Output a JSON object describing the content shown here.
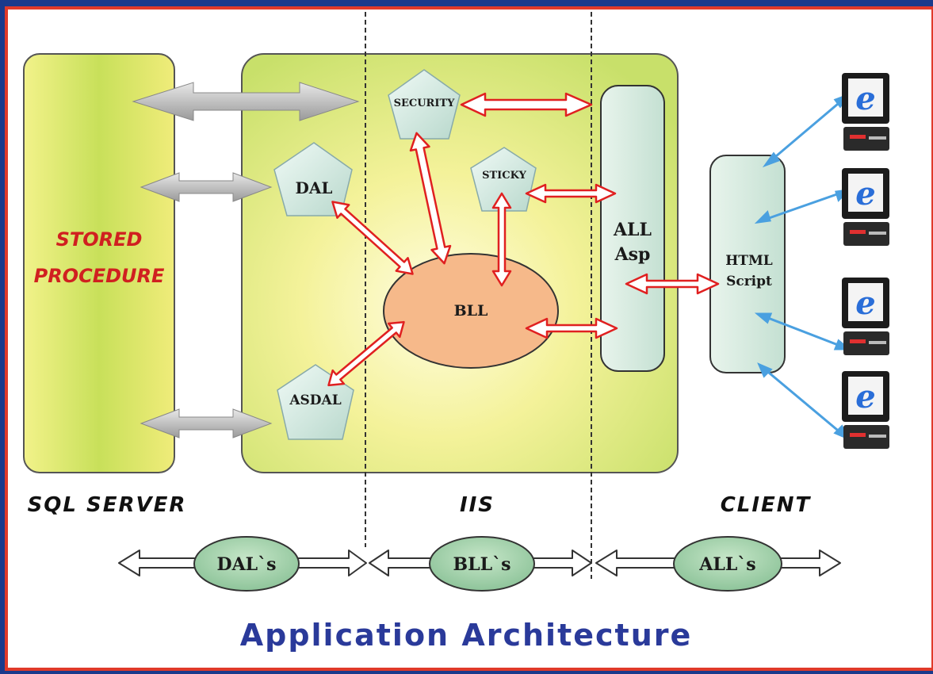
{
  "title": "Application Architecture",
  "nodes": {
    "stored_procedure_line1": "STORED",
    "stored_procedure_line2": "PROCEDURE",
    "security": "SECURITY",
    "dal": "DAL",
    "sticky": "STICKY",
    "asdal": "ASDAL",
    "bll": "BLL",
    "all_asp_line1": "ALL",
    "all_asp_line2": "Asp",
    "html_script_line1": "HTML",
    "html_script_line2": "Script"
  },
  "sections": {
    "sql_server": "SQL SERVER",
    "iis": "IIS",
    "client": "CLIENT"
  },
  "layers": {
    "dals": "DAL`s",
    "blls": "BLL`s",
    "alls": "ALL`s"
  },
  "colors": {
    "background": "#1a3a8c",
    "frame_border": "#e03a2a",
    "panel": "#ffffff",
    "arrow_red": "#e02020",
    "arrow_blue": "#4aa0e0",
    "bll_fill": "#f6b98a",
    "pentagon_fill": "#d8ece6",
    "title": "#2a3a9a"
  },
  "icons": [
    "internet-explorer-computer-icon"
  ]
}
